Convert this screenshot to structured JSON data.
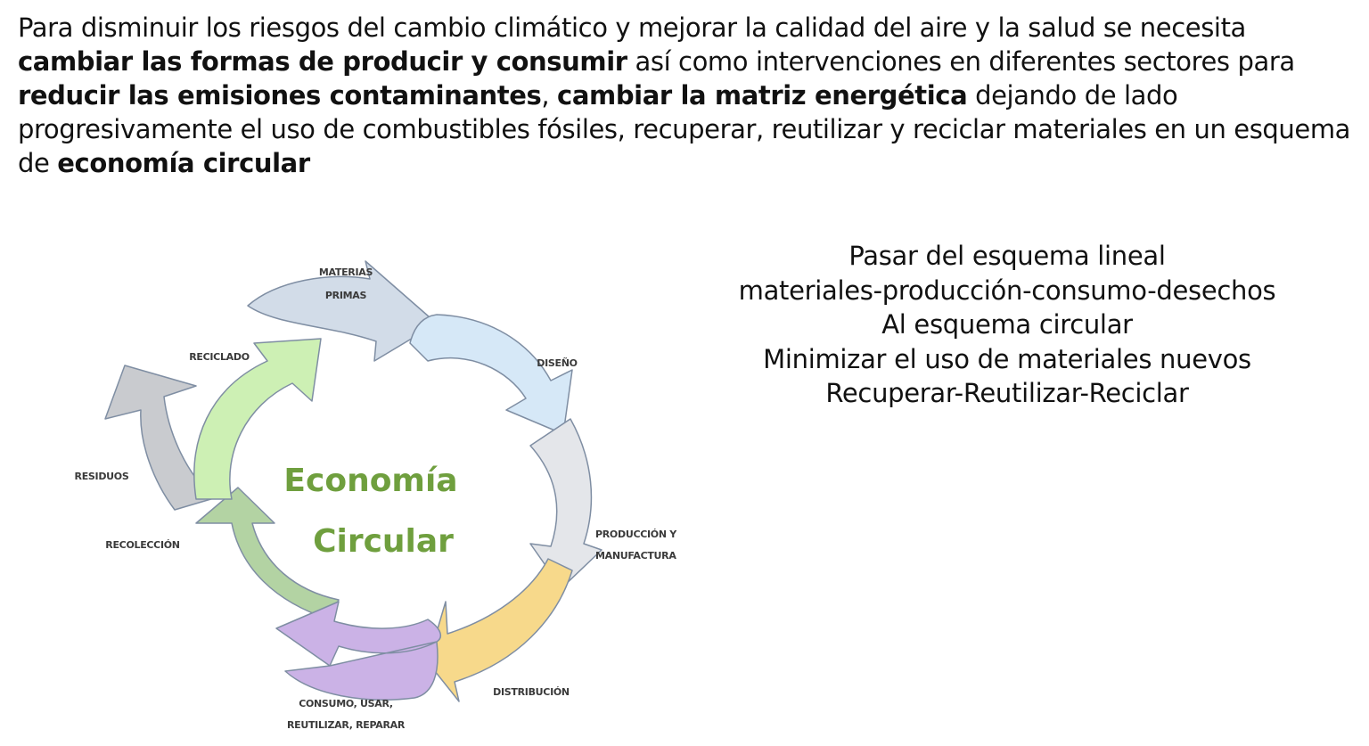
{
  "intro": {
    "segments": [
      {
        "text": "Para disminuir los riesgos del cambio climático y mejorar la calidad del aire y la salud se necesita ",
        "bold": false
      },
      {
        "text": "cambiar las formas de producir y consumir",
        "bold": true
      },
      {
        "text": " así como intervenciones en diferentes sectores para ",
        "bold": false
      },
      {
        "text": "reducir las emisiones contaminantes",
        "bold": true
      },
      {
        "text": ", ",
        "bold": false
      },
      {
        "text": "cambiar la matriz energética",
        "bold": true
      },
      {
        "text": " dejando de lado progresivamente el uso de combustibles fósiles, recuperar, reutilizar y reciclar materiales en un esquema de ",
        "bold": false
      },
      {
        "text": "economía circular",
        "bold": true
      }
    ]
  },
  "diagram": {
    "center_line1": "Economía",
    "center_line2": "Circular",
    "labels": {
      "materias_1": "MATERIAS",
      "materias_2": "PRIMAS",
      "diseno": "DISEÑO",
      "produccion_1": "PRODUCCIÓN Y",
      "produccion_2": "MANUFACTURA",
      "distribucion": "DISTRIBUCIÓN",
      "consumo_1": "CONSUMO, USAR,",
      "consumo_2": "REUTILIZAR, REPARAR",
      "recoleccion": "RECOLECCIÓN",
      "residuos": "RESIDUOS",
      "reciclado": "RECICLADO"
    },
    "colors": {
      "materias_primas": "#d2dce8",
      "diseno": "#d6e8f7",
      "produccion": "#e4e6ea",
      "distribucion": "#f7d98b",
      "consumo": "#cbb2e6",
      "recoleccion": "#b3d3a3",
      "residuos": "#c9cbcf",
      "reciclado": "#cdf0b4",
      "center_text": "#6f9f3e"
    }
  },
  "side_notes": {
    "lines": [
      "Pasar del esquema lineal",
      "materiales-producción-consumo-desechos",
      "Al esquema circular",
      "Minimizar el uso de materiales nuevos",
      "Recuperar-Reutilizar-Reciclar"
    ]
  }
}
